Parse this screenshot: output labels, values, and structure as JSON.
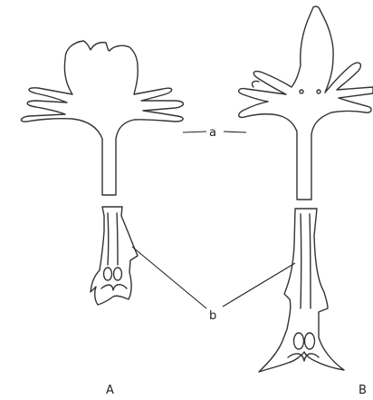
{
  "labels": {
    "a": "a",
    "b": "b",
    "A": "A",
    "B": "B"
  },
  "colors": {
    "ink": "#333333",
    "background": "#ffffff"
  }
}
